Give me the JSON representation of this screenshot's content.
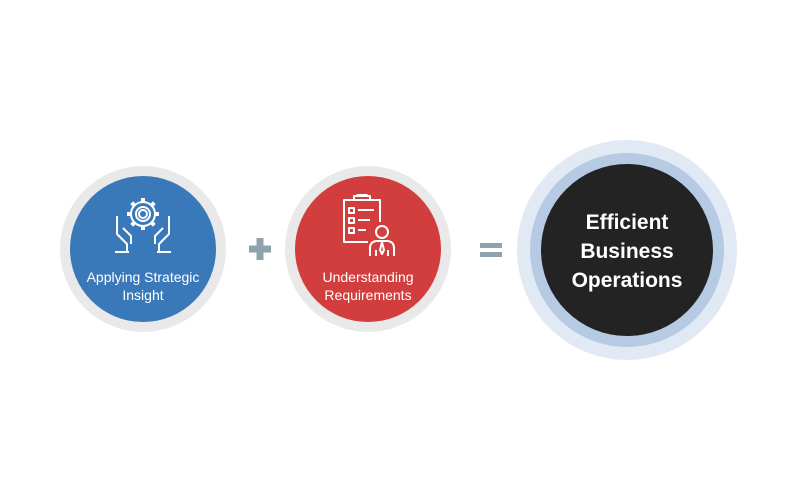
{
  "items": [
    {
      "label_line1": "Applying Strategic",
      "label_line2": "Insight",
      "icon": "hands-gear-icon",
      "color": "#3a79b9"
    },
    {
      "label_line1": "Understanding",
      "label_line2": "Requirements",
      "icon": "clipboard-person-icon",
      "color": "#d23d3d"
    }
  ],
  "operators": {
    "plus": "plus-icon",
    "equals": "equals-icon",
    "color": "#8fa3ad"
  },
  "result": {
    "line1": "Efficient",
    "line2": "Business",
    "line3": "Operations",
    "color": "#232323"
  }
}
